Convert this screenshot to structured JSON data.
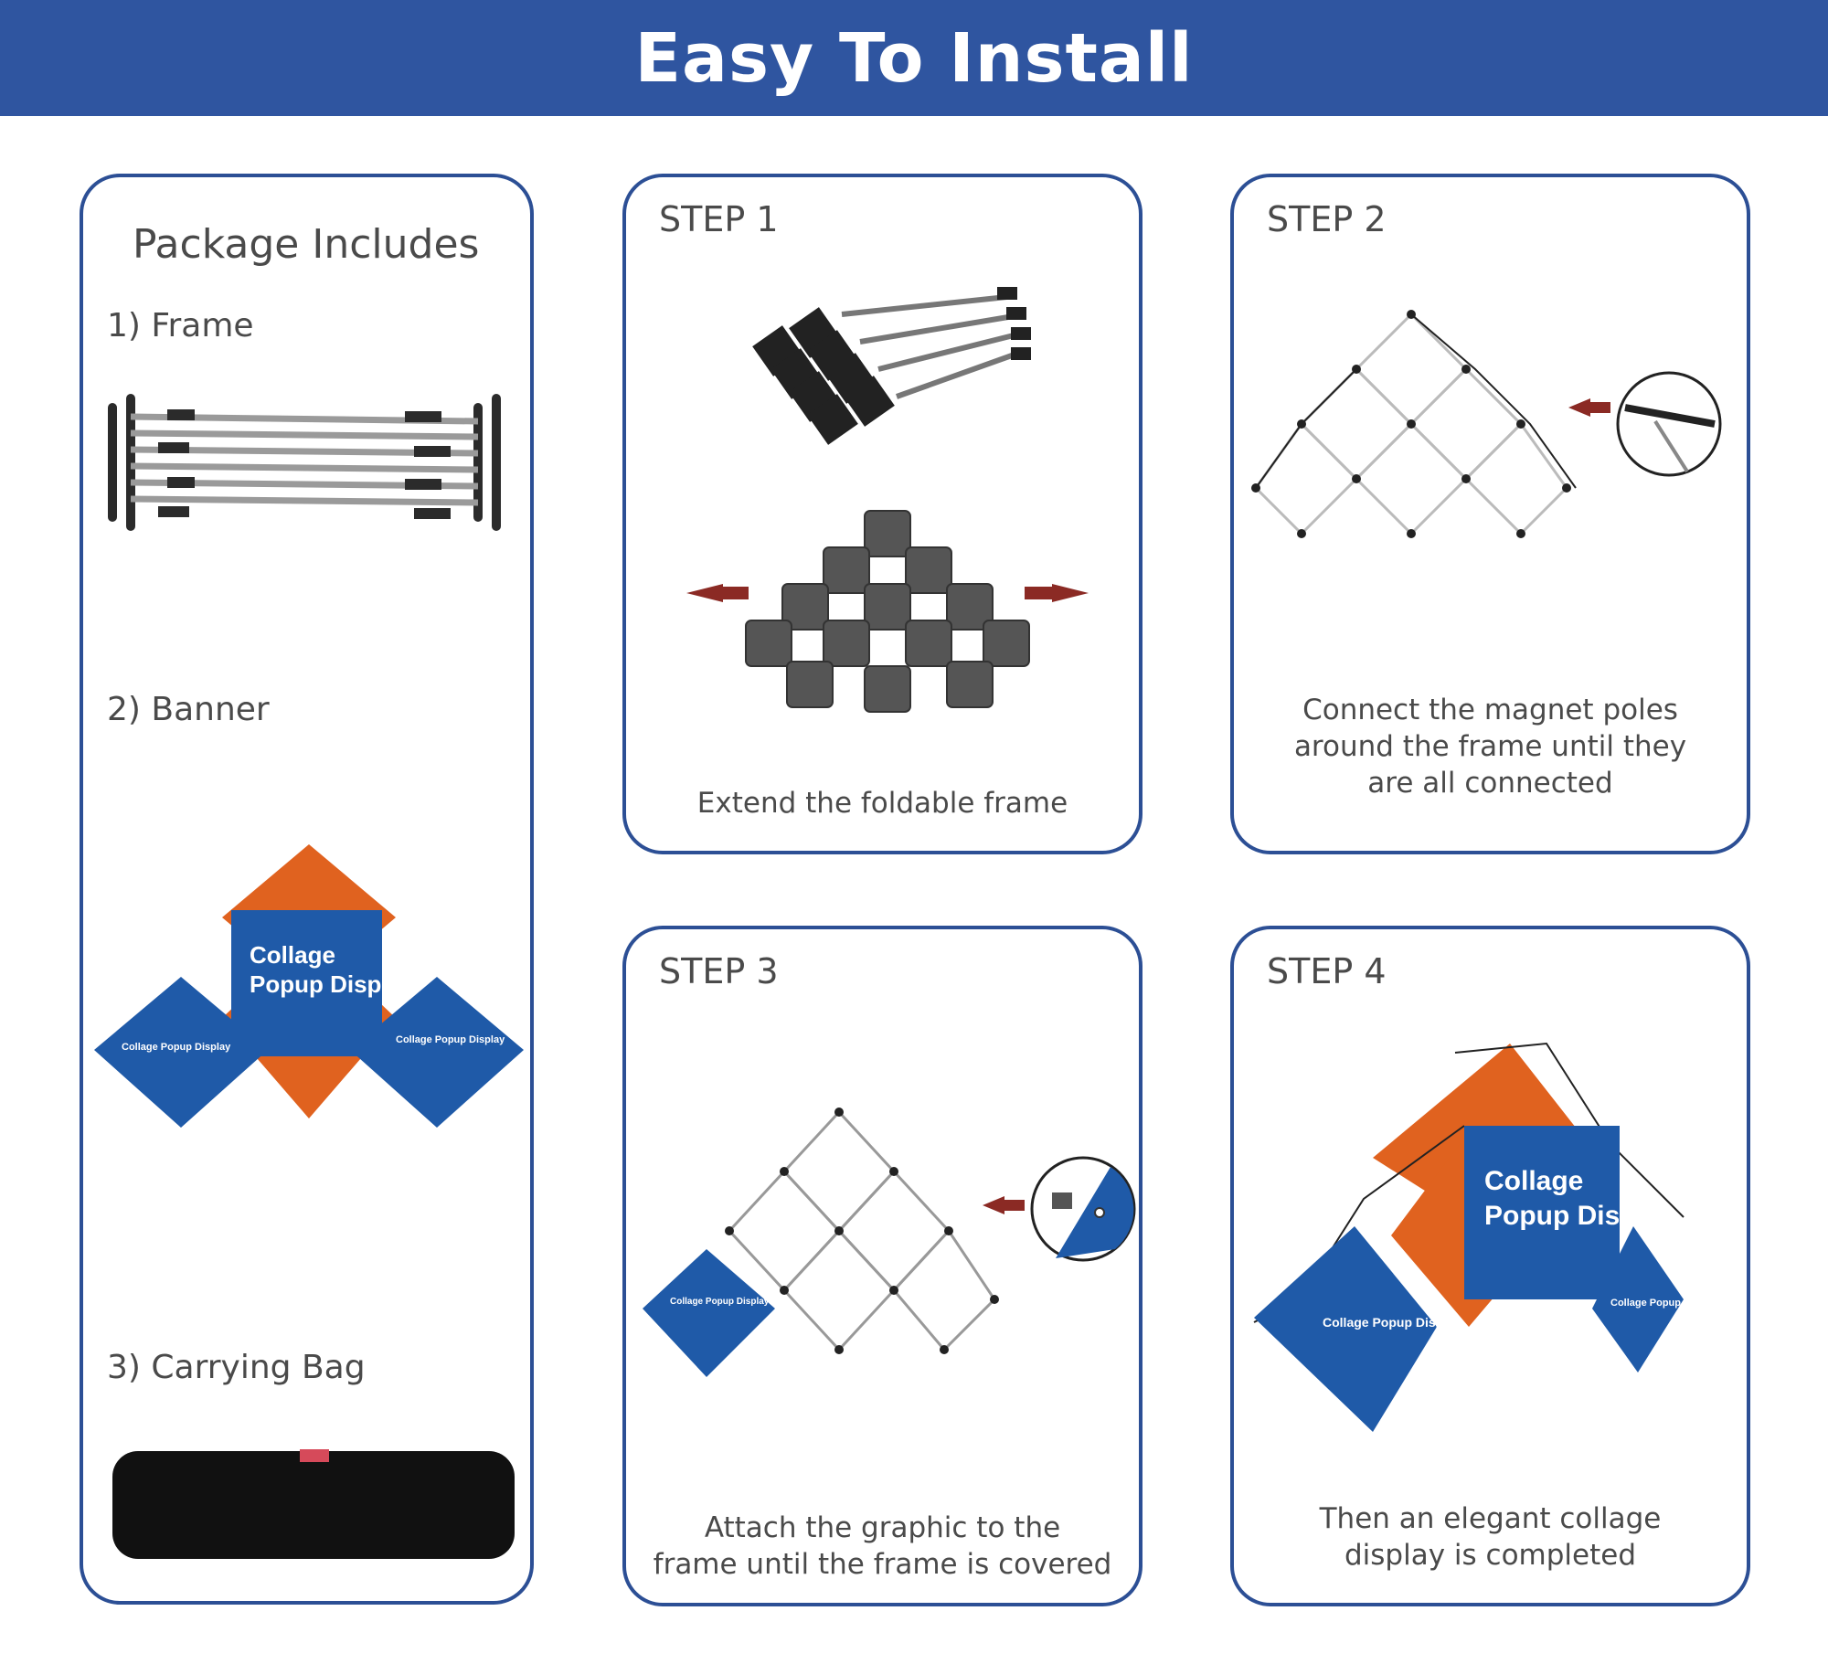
{
  "header": {
    "title": "Easy To Install"
  },
  "package": {
    "title": "Package Includes",
    "items": [
      "1) Frame",
      "2) Banner",
      "3) Carrying Bag"
    ]
  },
  "steps": [
    {
      "title": "STEP 1",
      "caption": [
        "Extend the foldable frame"
      ]
    },
    {
      "title": "STEP 2",
      "caption": [
        "Connect the magnet poles",
        "around the frame until they",
        "are all connected"
      ]
    },
    {
      "title": "STEP 3",
      "caption": [
        "Attach the graphic to the",
        "frame until the frame is covered"
      ]
    },
    {
      "title": "STEP 4",
      "caption": [
        "Then an elegant collage",
        "display is completed"
      ]
    }
  ],
  "banner": {
    "main_text": [
      "Collage",
      "Popup Display"
    ],
    "small_text": "Collage Popup Display"
  },
  "colors": {
    "header_bg": "#2f55a0",
    "card_border": "#2c4f95",
    "banner_blue": "#1f5aa8",
    "banner_orange": "#e0621f",
    "arrow": "#8b2a24"
  }
}
